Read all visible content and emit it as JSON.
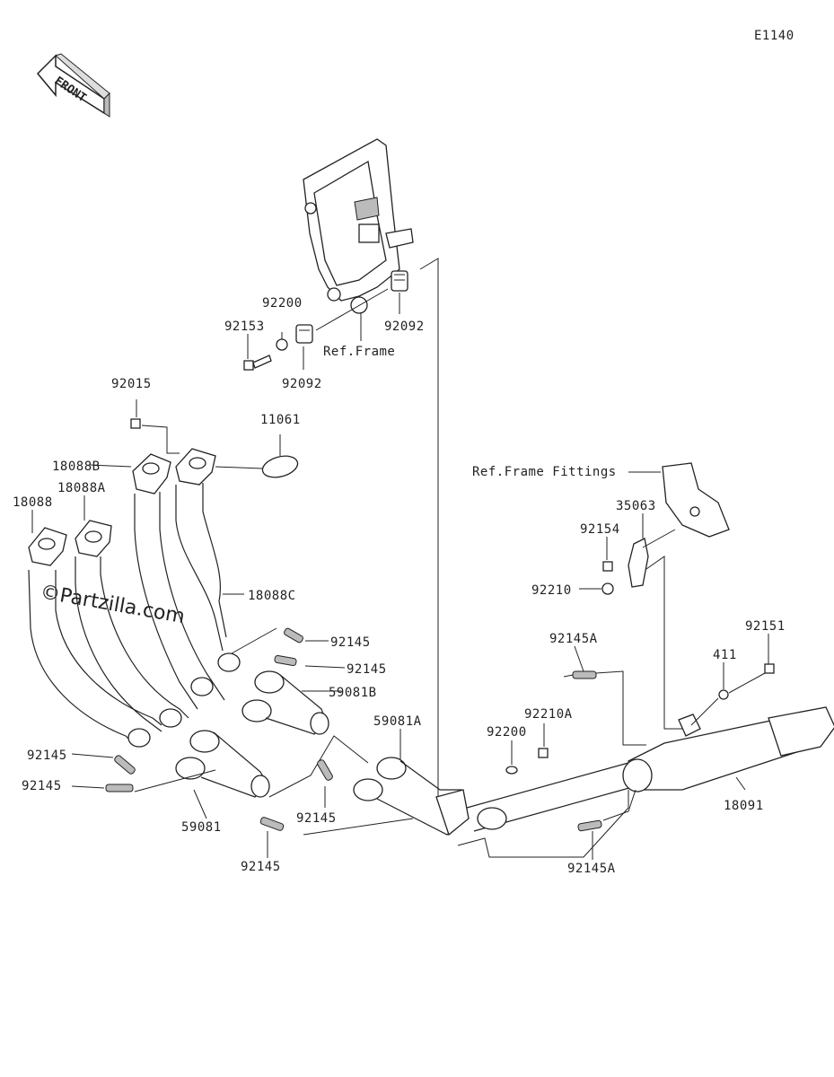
{
  "diagram_code": "E1140",
  "front_label": "FRONT",
  "watermark": "©Partzilla.com",
  "labels": {
    "p92200_top": "92200",
    "p92153": "92153",
    "p92092_right": "92092",
    "p92092_lower": "92092",
    "ref_frame": "Ref.Frame",
    "p92015": "92015",
    "p11061": "11061",
    "p18088B": "18088B",
    "p18088A": "18088A",
    "p18088": "18088",
    "p18088C": "18088C",
    "ref_frame_fittings": "Ref.Frame Fittings",
    "p35063": "35063",
    "p92154": "92154",
    "p92210": "92210",
    "p92145_r1": "92145",
    "p92145_r2": "92145",
    "p59081B": "59081B",
    "p92145A_top": "92145A",
    "p411": "411",
    "p92151": "92151",
    "p92210A": "92210A",
    "p92200_mid": "92200",
    "p59081A": "59081A",
    "p92145_l1": "92145",
    "p92145_l2": "92145",
    "p59081": "59081",
    "p92145_c1": "92145",
    "p92145_c2": "92145",
    "p18091": "18091",
    "p92145A_bottom": "92145A"
  }
}
